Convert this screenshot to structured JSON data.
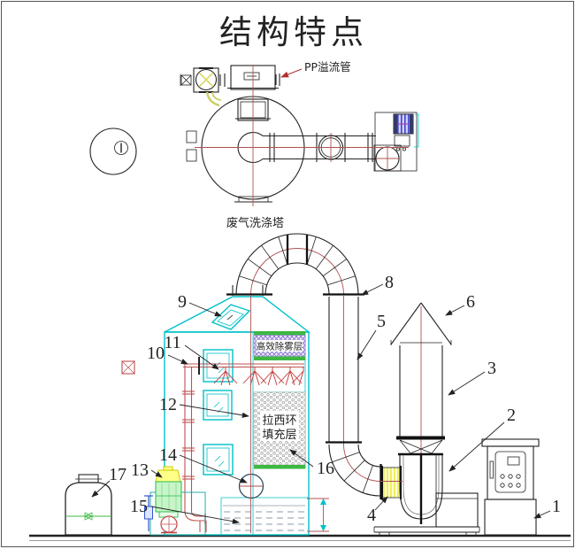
{
  "title": "结构特点",
  "top_view": {
    "pp_overflow_label": "PP溢流管"
  },
  "elevation": {
    "name_label": "废气洗涤塔",
    "demister_label": "高效除雾层",
    "packing_label_line1": "拉西环",
    "packing_label_line2": "填充层"
  },
  "callouts": [
    "1",
    "2",
    "3",
    "4",
    "5",
    "6",
    "8",
    "9",
    "10",
    "11",
    "12",
    "13",
    "14",
    "15",
    "16",
    "17"
  ],
  "colors": {
    "line": "#222222",
    "centerline_red": "#b05050",
    "pipe_red": "#c05050",
    "tower_cyan": "#00c0c9",
    "green_accent": "#3db843",
    "flex_yellow": "#eded55",
    "motor_blue": "#4444cc",
    "demister_purple": "#8877cc"
  }
}
